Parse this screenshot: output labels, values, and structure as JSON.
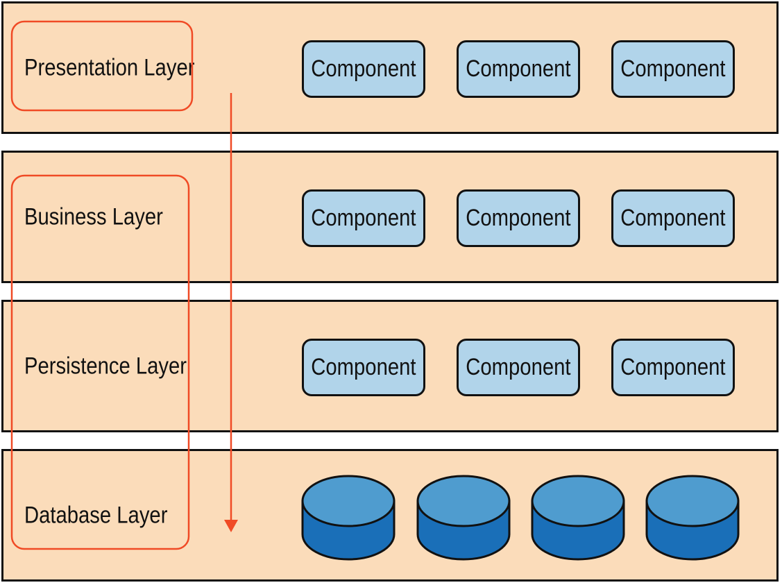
{
  "layers": [
    {
      "label": "Presentation Layer",
      "components": [
        "Component",
        "Component",
        "Component"
      ]
    },
    {
      "label": "Business Layer",
      "components": [
        "Component",
        "Component",
        "Component"
      ]
    },
    {
      "label": "Persistence Layer",
      "components": [
        "Component",
        "Component",
        "Component"
      ]
    },
    {
      "label": "Database Layer",
      "databases": 4
    }
  ],
  "colors": {
    "layer_fill": "#fbdcba",
    "component_fill": "#b1d4ea",
    "db_top": "#4f9ccf",
    "db_body": "#1a6fb8",
    "request_flow": "#f04a25"
  },
  "icons": {
    "database": "database-icon",
    "flow_arrow": "request-flow-arrow",
    "closed_layer": "closed-layer-outline"
  }
}
